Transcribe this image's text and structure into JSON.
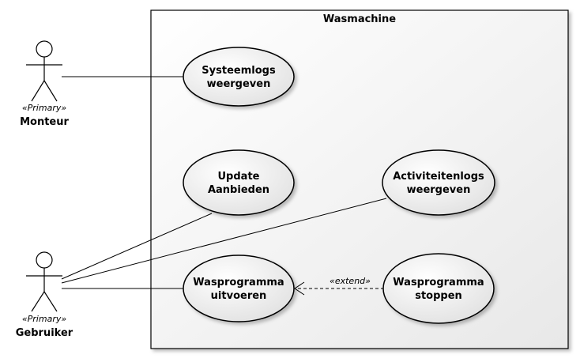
{
  "system": {
    "name": "Wasmachine"
  },
  "actors": [
    {
      "name": "Monteur",
      "stereotype": "«Primary»"
    },
    {
      "name": "Gebruiker",
      "stereotype": "«Primary»"
    }
  ],
  "usecases": [
    {
      "line1": "Systeemlogs",
      "line2": "weergeven"
    },
    {
      "line1": "Update",
      "line2": "Aanbieden"
    },
    {
      "line1": "Activiteitenlogs",
      "line2": "weergeven"
    },
    {
      "line1": "Wasprogramma",
      "line2": "uitvoeren"
    },
    {
      "line1": "Wasprogramma",
      "line2": "stoppen"
    }
  ],
  "relations": [
    {
      "stereotype": "«extend»"
    }
  ],
  "colors": {
    "usecase_fill_light": "#ffffff",
    "usecase_fill_dark": "#e0e0e0",
    "system_fill_dark": "#e8e8e8"
  }
}
